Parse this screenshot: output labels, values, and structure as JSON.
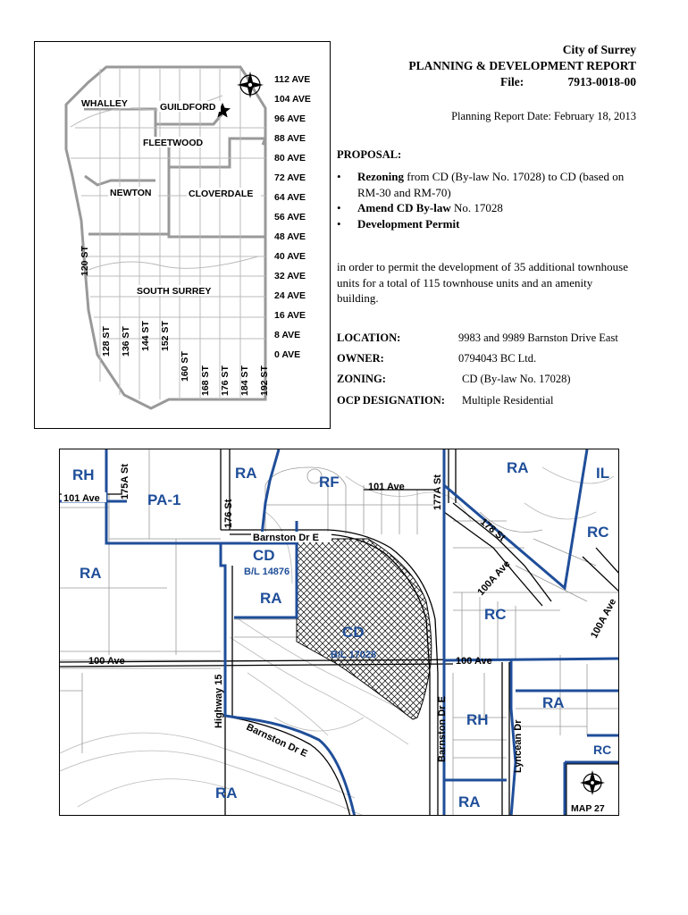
{
  "header": {
    "city": "City of Surrey",
    "report": "PLANNING & DEVELOPMENT REPORT",
    "file_label": "File:",
    "file_number": "7913-0018-00",
    "report_date": "Planning Report Date:  February 18, 2013"
  },
  "proposal": {
    "heading": "PROPOSAL:",
    "items": [
      {
        "bold": "Rezoning",
        "rest": " from CD (By-law No. 17028) to CD (based on RM-30 and RM-70)"
      },
      {
        "bold": "Amend CD By-law",
        "rest": " No. 17028"
      },
      {
        "bold": "Development Permit",
        "rest": ""
      }
    ],
    "purpose": "in order to permit the development of 35 additional townhouse units for a total of 115 townhouse units and an amenity building."
  },
  "details": [
    {
      "label": "LOCATION:",
      "value": "9983 and 9989 Barnston Drive East"
    },
    {
      "label": "OWNER:",
      "value": "0794043 BC Ltd."
    },
    {
      "label": "ZONING:",
      "value": "CD (By-law No. 17028)"
    },
    {
      "label": "OCP DESIGNATION:",
      "value": "Multiple Residential"
    }
  ],
  "locator_map": {
    "avenues": [
      "112 AVE",
      "104 AVE",
      "96 AVE",
      "88 AVE",
      "80 AVE",
      "72 AVE",
      "64 AVE",
      "56 AVE",
      "48 AVE",
      "40 AVE",
      "32 AVE",
      "24 AVE",
      "16 AVE",
      "8 AVE",
      "0 AVE"
    ],
    "streets": [
      "120 ST",
      "128 ST",
      "136 ST",
      "144 ST",
      "152 ST",
      "160 ST",
      "168 ST",
      "176 ST",
      "184 ST",
      "192 ST"
    ],
    "areas": [
      "WHALLEY",
      "GUILDFORD",
      "FLEETWOOD",
      "NEWTON",
      "CLOVERDALE",
      "SOUTH SURREY"
    ]
  },
  "zoning_map": {
    "zones": {
      "rh_top": "RH",
      "pa1": "PA-1",
      "ra_top": "RA",
      "rf": "RF",
      "ra_top_right": "RA",
      "il": "IL",
      "rc_right": "RC",
      "ra_left": "RA",
      "cd_small": "CD",
      "bl_small": "B/L 14876",
      "ra_mid": "RA",
      "cd_site": "CD",
      "bl_site": "B/L 17028",
      "rc_mid": "RC",
      "ra_right": "RA",
      "rh_bottom": "RH",
      "rc_corner": "RC",
      "ra_bottom_left": "RA",
      "ra_bottom": "RA"
    },
    "streets": {
      "s175a": "175A St",
      "ave101_left": "101 Ave",
      "s176": "176 St",
      "ave101": "101 Ave",
      "s177a": "177A St",
      "s178": "178 St",
      "ave100a": "100A Ave",
      "ave100a_right": "100A Ave",
      "barnston_top": "Barnston Dr E",
      "ave100_left": "100 Ave",
      "ave100_right": "100 Ave",
      "highway15": "Highway 15",
      "barnston_bottom": "Barnston Dr E",
      "barnston_vert": "Barnston Dr E",
      "lyncean": "Lyncean Dr"
    },
    "map_label": "MAP   27",
    "zone_color": "#1f4e99"
  }
}
